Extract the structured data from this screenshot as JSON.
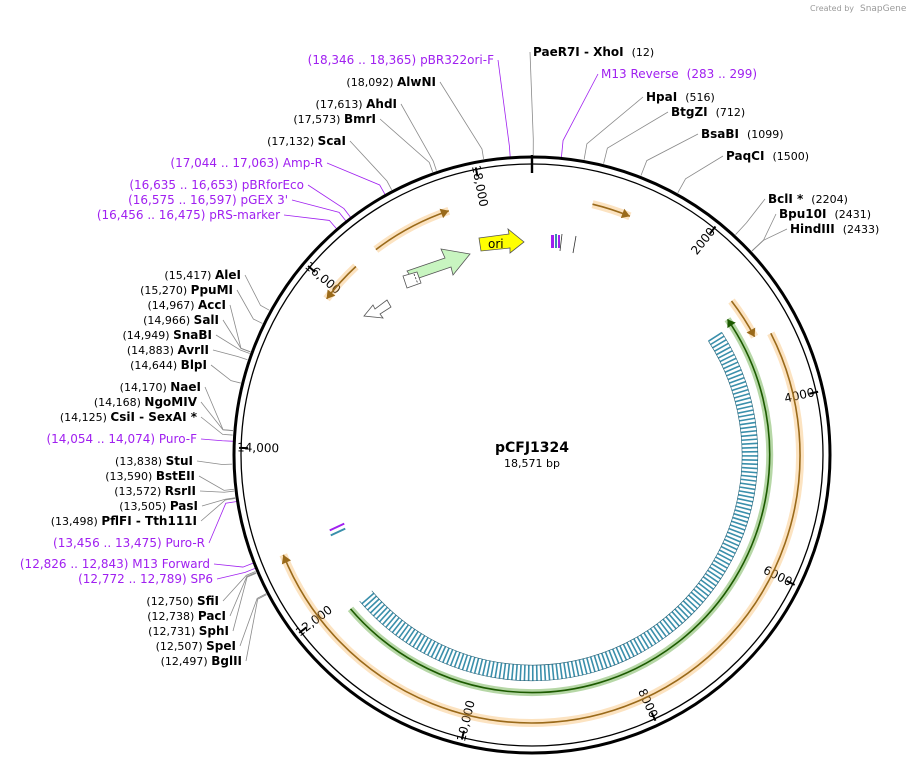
{
  "credit": {
    "prefix": "Created by",
    "brand": "SnapGene"
  },
  "plasmid": {
    "name": "pCFJ1324",
    "length_label": "18,571 bp",
    "length": 18571
  },
  "colors": {
    "primer": "#a020f0",
    "orange": "#f5b04d",
    "green": "#2e8b00",
    "blue": "#3a8fab",
    "ori": "#ffff00"
  },
  "ticks": [
    {
      "pos": 2000,
      "label": "2000"
    },
    {
      "pos": 4000,
      "label": "4000"
    },
    {
      "pos": 6000,
      "label": "6000"
    },
    {
      "pos": 8000,
      "label": "8000"
    },
    {
      "pos": 10000,
      "label": "10,000"
    },
    {
      "pos": 12000,
      "label": "12,000"
    },
    {
      "pos": 14000,
      "label": "14,000"
    },
    {
      "pos": 16000,
      "label": "16,000"
    },
    {
      "pos": 18000,
      "label": "18,000"
    }
  ],
  "sites_right": [
    {
      "name": "PaeR7I",
      "name2": "XhoI",
      "pos": 12,
      "pos_label": "(12)",
      "primer": false
    },
    {
      "name": "M13 Reverse",
      "pos": 291,
      "pos_label": "(283 .. 299)",
      "primer": true
    },
    {
      "name": "HpaI",
      "pos": 516,
      "pos_label": "(516)",
      "primer": false
    },
    {
      "name": "BtgZI",
      "pos": 712,
      "pos_label": "(712)",
      "primer": false
    },
    {
      "name": "BsaBI",
      "pos": 1099,
      "pos_label": "(1099)",
      "primer": false
    },
    {
      "name": "PaqCI",
      "pos": 1500,
      "pos_label": "(1500)",
      "primer": false
    },
    {
      "name": "BclI *",
      "pos": 2204,
      "pos_label": "(2204)",
      "primer": false
    },
    {
      "name": "Bpu10I",
      "pos": 2431,
      "pos_label": "(2431)",
      "primer": false
    },
    {
      "name": "HindIII",
      "pos": 2433,
      "pos_label": "(2433)",
      "primer": false
    }
  ],
  "sites_left": [
    {
      "name": "pBR322ori-F",
      "pos": 18355,
      "pos_label": "(18,346 .. 18,365)",
      "primer": true
    },
    {
      "name": "AlwNI",
      "pos": 18092,
      "pos_label": "(18,092)",
      "primer": false
    },
    {
      "name": "AhdI",
      "pos": 17613,
      "pos_label": "(17,613)",
      "primer": false
    },
    {
      "name": "BmrI",
      "pos": 17573,
      "pos_label": "(17,573)",
      "primer": false
    },
    {
      "name": "ScaI",
      "pos": 17132,
      "pos_label": "(17,132)",
      "primer": false
    },
    {
      "name": "Amp-R",
      "pos": 17053,
      "pos_label": "(17,044 .. 17,063)",
      "primer": true
    },
    {
      "name": "pBRforEco",
      "pos": 16644,
      "pos_label": "(16,635 .. 16,653)",
      "primer": true
    },
    {
      "name": "pGEX 3'",
      "pos": 16586,
      "pos_label": "(16,575 .. 16,597)",
      "primer": true
    },
    {
      "name": "pRS-marker",
      "pos": 16465,
      "pos_label": "(16,456 .. 16,475)",
      "primer": true
    },
    {
      "name": "AleI",
      "pos": 15417,
      "pos_label": "(15,417)",
      "primer": false
    },
    {
      "name": "PpuMI",
      "pos": 15270,
      "pos_label": "(15,270)",
      "primer": false
    },
    {
      "name": "AccI",
      "pos": 14967,
      "pos_label": "(14,967)",
      "primer": false
    },
    {
      "name": "SalI",
      "pos": 14966,
      "pos_label": "(14,966)",
      "primer": false
    },
    {
      "name": "SnaBI",
      "pos": 14949,
      "pos_label": "(14,949)",
      "primer": false
    },
    {
      "name": "AvrII",
      "pos": 14883,
      "pos_label": "(14,883)",
      "primer": false
    },
    {
      "name": "BlpI",
      "pos": 14644,
      "pos_label": "(14,644)",
      "primer": false
    },
    {
      "name": "NaeI",
      "pos": 14170,
      "pos_label": "(14,170)",
      "primer": false
    },
    {
      "name": "NgoMIV",
      "pos": 14168,
      "pos_label": "(14,168)",
      "primer": false
    },
    {
      "name": "CsiI",
      "name2": "SexAI *",
      "pos": 14125,
      "pos_label": "(14,125)",
      "primer": false
    },
    {
      "name": "Puro-F",
      "pos": 14064,
      "pos_label": "(14,054 .. 14,074)",
      "primer": true
    },
    {
      "name": "StuI",
      "pos": 13838,
      "pos_label": "(13,838)",
      "primer": false
    },
    {
      "name": "BstEII",
      "pos": 13590,
      "pos_label": "(13,590)",
      "primer": false
    },
    {
      "name": "RsrII",
      "pos": 13572,
      "pos_label": "(13,572)",
      "primer": false
    },
    {
      "name": "PasI",
      "pos": 13505,
      "pos_label": "(13,505)",
      "primer": false
    },
    {
      "name": "PflFI",
      "name2": "Tth111I",
      "pos": 13498,
      "pos_label": "(13,498)",
      "primer": false
    },
    {
      "name": "Puro-R",
      "pos": 13466,
      "pos_label": "(13,456 .. 13,475)",
      "primer": true
    },
    {
      "name": "M13 Forward",
      "pos": 12835,
      "pos_label": "(12,826 .. 12,843)",
      "primer": true
    },
    {
      "name": "SP6",
      "pos": 12780,
      "pos_label": "(12,772 .. 12,789)",
      "primer": true
    },
    {
      "name": "SfiI",
      "pos": 12750,
      "pos_label": "(12,750)",
      "primer": false
    },
    {
      "name": "PacI",
      "pos": 12738,
      "pos_label": "(12,738)",
      "primer": false
    },
    {
      "name": "SphI",
      "pos": 12731,
      "pos_label": "(12,731)",
      "primer": false
    },
    {
      "name": "SpeI",
      "pos": 12507,
      "pos_label": "(12,507)",
      "primer": false
    },
    {
      "name": "BglII",
      "pos": 12497,
      "pos_label": "(12,497)",
      "primer": false
    }
  ],
  "features": {
    "ori_label": "ori",
    "orange_arcs": [
      {
        "start": 700,
        "end": 1150,
        "dir": "cw"
      },
      {
        "start": 2700,
        "end": 3200,
        "dir": "cw"
      },
      {
        "start": 3250,
        "end": 12800,
        "dir": "cw"
      },
      {
        "start": 15850,
        "end": 16350,
        "dir": "ccw"
      },
      {
        "start": 16650,
        "end": 17600,
        "dir": "cw"
      }
    ],
    "green_arcs": [
      {
        "start": 2850,
        "end": 11850,
        "dir": "ccw"
      }
    ],
    "blue_block": {
      "start": 2950,
      "end": 11850
    }
  }
}
